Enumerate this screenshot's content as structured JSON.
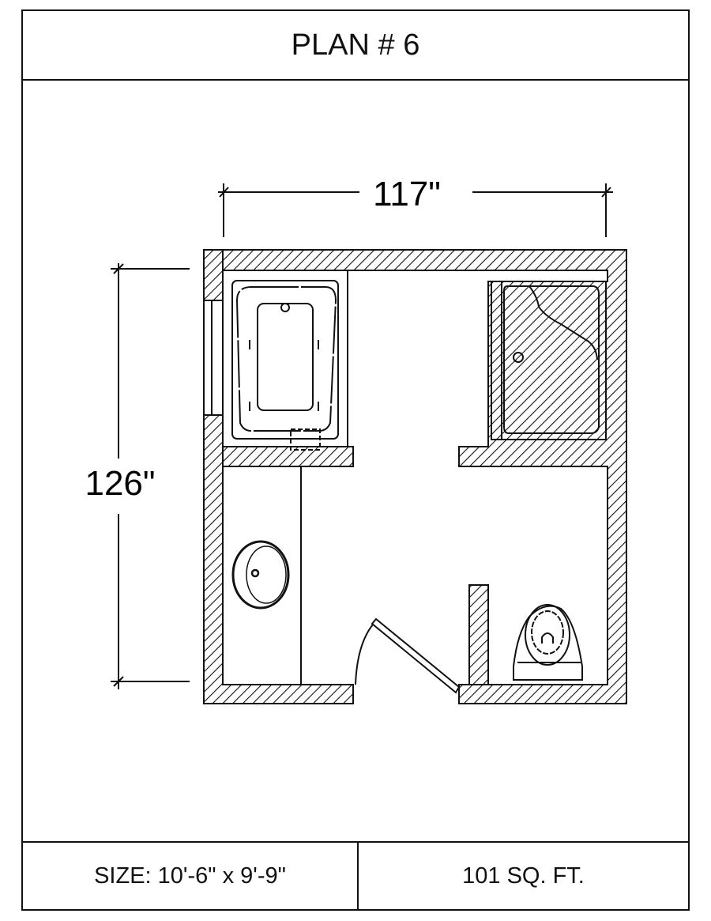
{
  "title": "PLAN # 6",
  "dimensions": {
    "width": "117\"",
    "height": "126\""
  },
  "footer": {
    "size": "SIZE:  10'-6\" x 9'-9\"",
    "area": "101 SQ. FT."
  },
  "fixtures": [
    "bathtub-icon",
    "shower-icon",
    "sink-icon",
    "toilet-icon",
    "door-icon"
  ]
}
